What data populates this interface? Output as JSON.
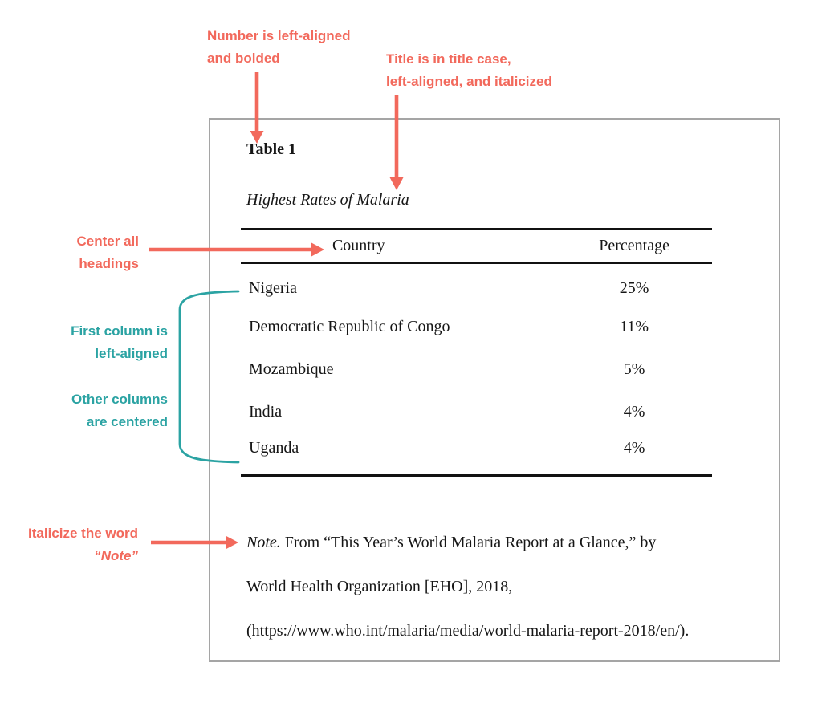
{
  "colors": {
    "accent_red": "#f2695c",
    "accent_teal": "#2ba3a3",
    "page_border_gray": "#a5a5a5",
    "rule_black": "#111111"
  },
  "annotations": {
    "number": {
      "line1": "Number is left-aligned",
      "line2": "and bolded",
      "arrow": "down-arrow"
    },
    "title": {
      "line1": "Title is in title case,",
      "line2": "left-aligned, and italicized",
      "arrow": "down-arrow"
    },
    "headings": {
      "line1": "Center all",
      "line2": "headings",
      "arrow": "right-arrow"
    },
    "columns": {
      "line1": "First column is",
      "line2": "left-aligned",
      "line3": "Other columns",
      "line4": "are centered",
      "shape": "teal-bracket spanning first-column rows"
    },
    "note": {
      "line1": "Italicize the word",
      "line2": "“Note”",
      "arrow": "right-arrow"
    }
  },
  "document": {
    "table_number": "Table 1",
    "table_title": "Highest Rates of Malaria",
    "table": {
      "headers": [
        "Country",
        "Percentage"
      ],
      "rows": [
        [
          "Nigeria",
          "25%"
        ],
        [
          "Democratic Republic of Congo",
          "11%"
        ],
        [
          "Mozambique",
          "5%"
        ],
        [
          "India",
          "4%"
        ],
        [
          "Uganda",
          "4%"
        ]
      ]
    },
    "note": {
      "label": "Note.",
      "line1_rest": " From “This Year’s World Malaria Report at a Glance,” by",
      "line2": "World Health Organization [EHO], 2018,",
      "line3": "(https://www.who.int/malaria/media/world-malaria-report-2018/en/)."
    }
  }
}
